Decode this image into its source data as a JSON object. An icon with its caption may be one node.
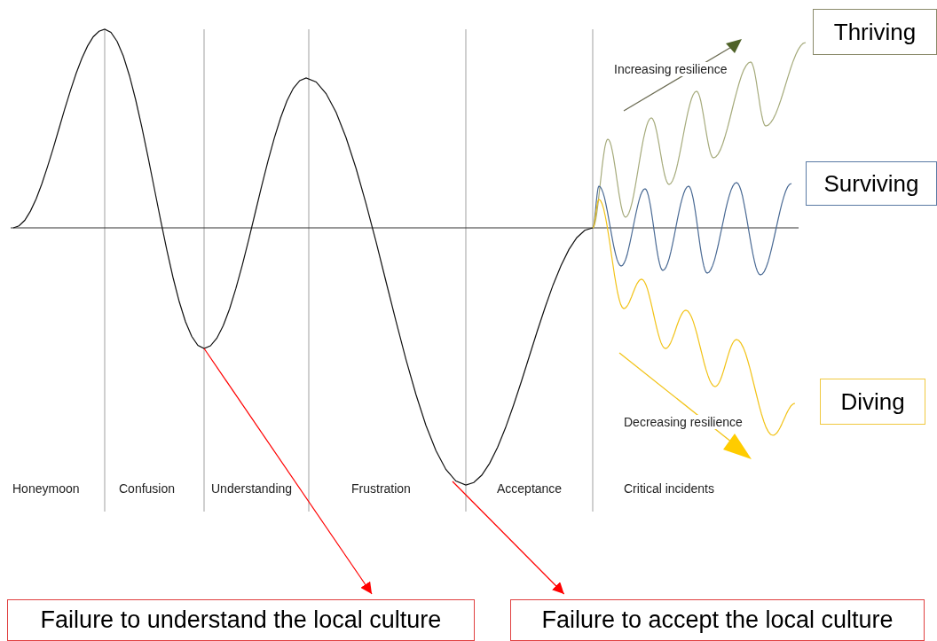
{
  "diagram": {
    "nodes": [
      {
        "text": [
          "Thriving"
        ]
      },
      {
        "text": [
          "Surviving"
        ]
      },
      {
        "text": [
          "Diving"
        ]
      },
      {
        "text": [
          "Failure to understand the local culture"
        ]
      },
      {
        "text": [
          "Failure to accept the local culture"
        ]
      }
    ],
    "edges": [
      {
        "from": null,
        "to": 3,
        "arrow": "to"
      },
      {
        "from": null,
        "to": 4,
        "arrow": "to"
      }
    ],
    "labels": [
      "Increasing resilience",
      "Decreasing resilience",
      "Honeymoon",
      "Confusion",
      "Understanding",
      "Frustration",
      "Acceptance",
      "Critical incidents"
    ]
  }
}
